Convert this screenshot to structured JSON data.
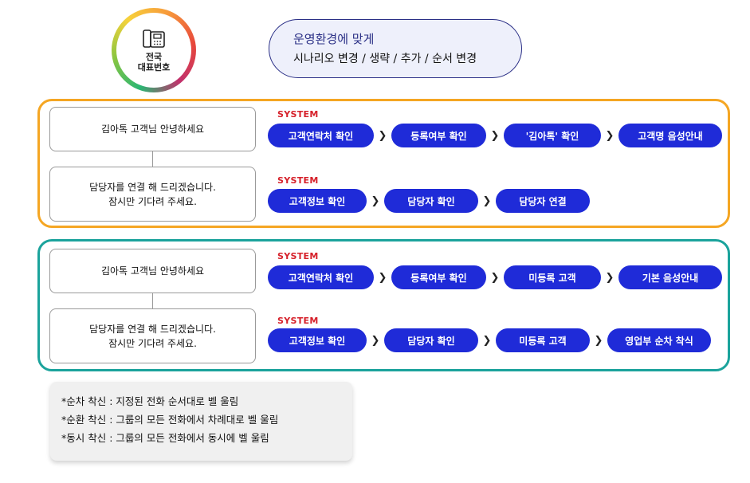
{
  "badge": {
    "line1": "전국",
    "line2": "대표번호"
  },
  "note": {
    "title": "운영환경에 맞게",
    "subtitle": "시나리오 변경 / 생략 / 추가 / 순서 변경"
  },
  "system_label": "SYSTEM",
  "groups": [
    {
      "flows": [
        {
          "message": [
            "김아톡 고객님 안녕하세요"
          ],
          "steps": [
            "고객연락처 확인",
            "등록여부 확인",
            "'김아톡' 확인",
            "고객명 음성안내"
          ]
        },
        {
          "message": [
            "담당자를 연결 해 드리겠습니다.",
            "잠시만 기다려 주세요."
          ],
          "steps": [
            "고객정보 확인",
            "담당자 확인",
            "담당자 연결"
          ]
        }
      ]
    },
    {
      "flows": [
        {
          "message": [
            "김아톡 고객님 안녕하세요"
          ],
          "steps": [
            "고객연락처 확인",
            "등록여부 확인",
            "미등록 고객",
            "기본 음성안내"
          ]
        },
        {
          "message": [
            "담당자를 연결 해 드리겠습니다.",
            "잠시만 기다려 주세요."
          ],
          "steps": [
            "고객정보 확인",
            "담당자 확인",
            "미등록 고객",
            "영업부 순차 착식"
          ]
        }
      ]
    }
  ],
  "legend": [
    "*순차 착신 : 지정된 전화 순서대로 벨 울림",
    "*순환 착신 : 그룹의 모든 전화에서 차례대로  벨 울림",
    "*동시 착신 : 그룹의 모든 전화에서 동시에 벨 울림"
  ],
  "colors": {
    "step_fill": "#1f2bd8",
    "group1_border": "#f5a623",
    "group2_border": "#1ba39c",
    "system_text": "#d6202a",
    "note_border": "#2a2f86"
  },
  "icons": {
    "badge_icon": "office-phone-icon",
    "arrow_icon": "chevron-right-icon"
  }
}
